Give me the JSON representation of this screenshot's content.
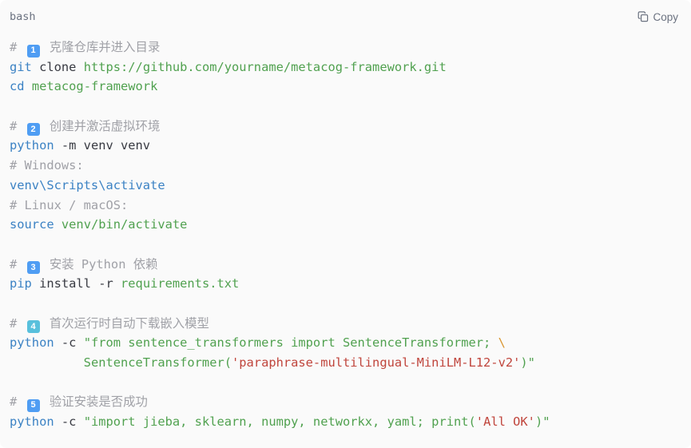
{
  "header": {
    "language": "bash",
    "copy_label": "Copy"
  },
  "colors": {
    "background": "#fafafa",
    "comment": "#a0a1a7",
    "cmd": "#3b82c4",
    "plain": "#383a42",
    "str": "#50a14f",
    "str2": "#c0453c",
    "esc": "#d9952f",
    "badge": "#4f9df3",
    "badge_alt": "#58c0dc",
    "header_text": "#6b7280"
  },
  "code": {
    "lines": [
      {
        "tokens": [
          {
            "t": "comment",
            "s": "# "
          },
          {
            "t": "badge",
            "s": "1",
            "color": "#4f9df3"
          },
          {
            "t": "comment",
            "s": " 克隆仓库并进入目录"
          }
        ]
      },
      {
        "tokens": [
          {
            "t": "cmd",
            "s": "git"
          },
          {
            "t": "plain",
            "s": " clone "
          },
          {
            "t": "str",
            "s": "https://github.com/yourname/metacog-framework.git"
          }
        ]
      },
      {
        "tokens": [
          {
            "t": "cmd",
            "s": "cd"
          },
          {
            "t": "plain",
            "s": " "
          },
          {
            "t": "str",
            "s": "metacog-framework"
          }
        ]
      },
      {
        "tokens": []
      },
      {
        "tokens": [
          {
            "t": "comment",
            "s": "# "
          },
          {
            "t": "badge",
            "s": "2",
            "color": "#4f9df3"
          },
          {
            "t": "comment",
            "s": " 创建并激活虚拟环境"
          }
        ]
      },
      {
        "tokens": [
          {
            "t": "cmd",
            "s": "python"
          },
          {
            "t": "plain",
            "s": " -m venv venv"
          }
        ]
      },
      {
        "tokens": [
          {
            "t": "comment",
            "s": "# Windows:"
          }
        ]
      },
      {
        "tokens": [
          {
            "t": "cmd",
            "s": "venv\\Scripts\\activate"
          }
        ]
      },
      {
        "tokens": [
          {
            "t": "comment",
            "s": "# Linux / macOS:"
          }
        ]
      },
      {
        "tokens": [
          {
            "t": "cmd",
            "s": "source"
          },
          {
            "t": "plain",
            "s": " "
          },
          {
            "t": "str",
            "s": "venv/bin/activate"
          }
        ]
      },
      {
        "tokens": []
      },
      {
        "tokens": [
          {
            "t": "comment",
            "s": "# "
          },
          {
            "t": "badge",
            "s": "3",
            "color": "#4f9df3"
          },
          {
            "t": "comment",
            "s": " 安装 Python 依赖"
          }
        ]
      },
      {
        "tokens": [
          {
            "t": "cmd",
            "s": "pip"
          },
          {
            "t": "plain",
            "s": " install -r "
          },
          {
            "t": "str",
            "s": "requirements.txt"
          }
        ]
      },
      {
        "tokens": []
      },
      {
        "tokens": [
          {
            "t": "comment",
            "s": "# "
          },
          {
            "t": "badge",
            "s": "4",
            "color": "#58c0dc"
          },
          {
            "t": "comment",
            "s": " 首次运行时自动下载嵌入模型"
          }
        ]
      },
      {
        "tokens": [
          {
            "t": "cmd",
            "s": "python"
          },
          {
            "t": "plain",
            "s": " -c "
          },
          {
            "t": "str",
            "s": "\"from sentence_transformers import SentenceTransformer; "
          },
          {
            "t": "esc",
            "s": "\\"
          }
        ]
      },
      {
        "tokens": [
          {
            "t": "plain",
            "s": "          "
          },
          {
            "t": "str",
            "s": "SentenceTransformer("
          },
          {
            "t": "str2",
            "s": "'paraphrase-multilingual-MiniLM-L12-v2'"
          },
          {
            "t": "str",
            "s": ")\""
          }
        ]
      },
      {
        "tokens": []
      },
      {
        "tokens": [
          {
            "t": "comment",
            "s": "# "
          },
          {
            "t": "badge",
            "s": "5",
            "color": "#4f9df3"
          },
          {
            "t": "comment",
            "s": " 验证安装是否成功"
          }
        ]
      },
      {
        "tokens": [
          {
            "t": "cmd",
            "s": "python"
          },
          {
            "t": "plain",
            "s": " -c "
          },
          {
            "t": "str",
            "s": "\"import jieba, sklearn, numpy, networkx, yaml; print("
          },
          {
            "t": "str2",
            "s": "'All OK'"
          },
          {
            "t": "str",
            "s": ")\""
          }
        ]
      }
    ]
  }
}
